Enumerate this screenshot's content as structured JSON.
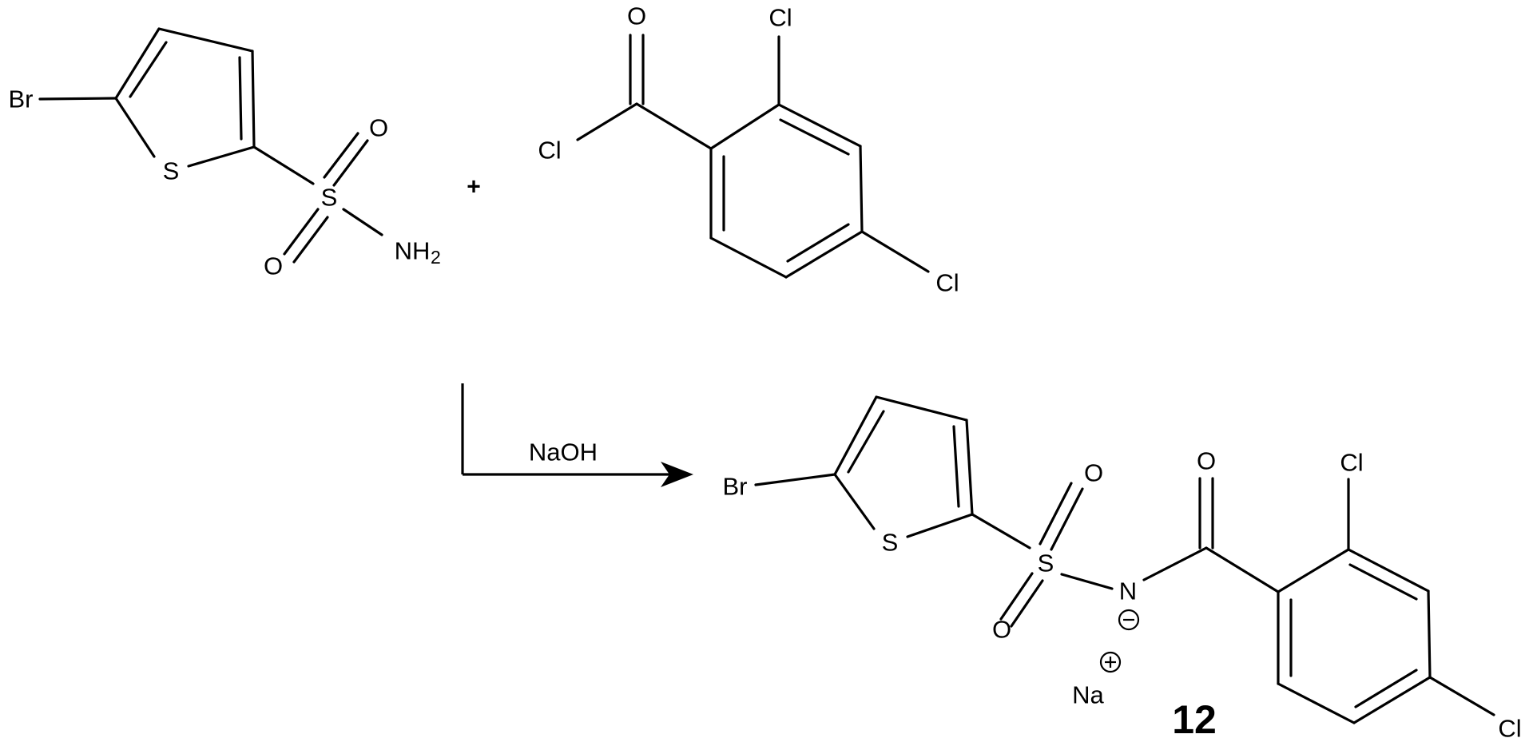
{
  "reactant_1": {
    "atoms": {
      "br": "Br",
      "s_ring": "S",
      "s_sulfonyl": "S",
      "o_top": "O",
      "o_bottom": "O",
      "amine_n": "NH",
      "amine_sub": "2"
    }
  },
  "plus": "+",
  "reactant_2": {
    "atoms": {
      "o_carbonyl": "O",
      "cl_acyl": "Cl",
      "cl_ortho": "Cl",
      "cl_para": "Cl"
    }
  },
  "reaction": {
    "reagent": "NaOH"
  },
  "product": {
    "atoms": {
      "br": "Br",
      "s_ring": "S",
      "s_sulfonyl": "S",
      "o_top": "O",
      "o_bottom": "O",
      "n": "N",
      "o_carbonyl": "O",
      "cl_ortho": "Cl",
      "cl_para": "Cl",
      "counter_ion": "Na"
    },
    "charges": {
      "n_charge": "negative",
      "na_charge": "positive"
    },
    "compound_number": "12"
  }
}
